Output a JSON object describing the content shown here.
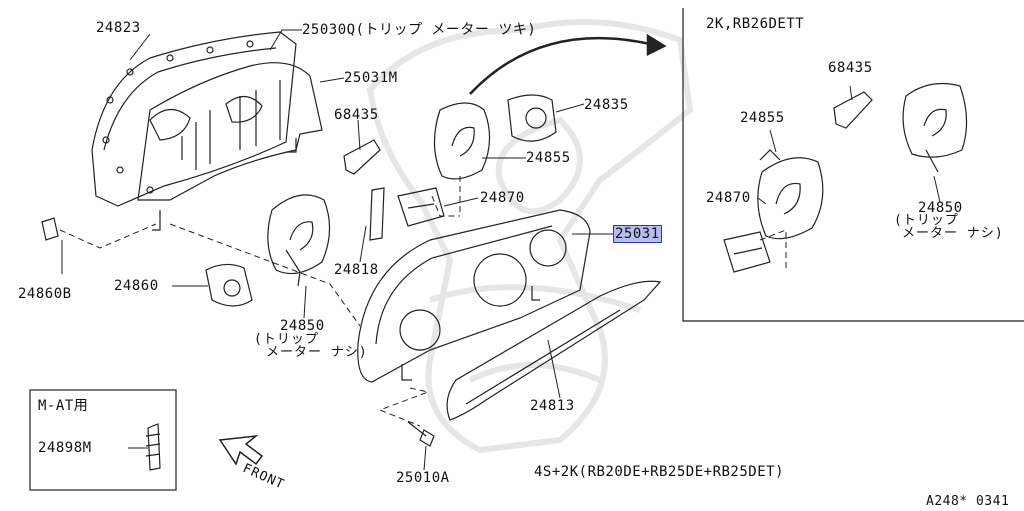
{
  "labels": {
    "p24823": "24823",
    "p25030q": "25030Q(トリップ メーター ツキ)",
    "p25031m": "25031M",
    "p68435_left": "68435",
    "p24835": "24835",
    "p24855_left": "24855",
    "p24870_left": "24870",
    "p25031": "25031",
    "p24818": "24818",
    "p24860b": "24860B",
    "p24860": "24860",
    "p24850_left": "24850",
    "note_left_1": "(トリップ",
    "note_left_2": "メーター ナシ)",
    "p24813": "24813",
    "inset_title": "M-AT用",
    "p24898m": "24898M",
    "front": "FRONT",
    "p25010a": "25010A",
    "footer_note": "4S+2K(RB20DE+RB25DE+RB25DET)",
    "figure_code": "A248* 0341",
    "right_title": "2K,RB26DETT",
    "p68435_right": "68435",
    "p24855_right": "24855",
    "p24870_right": "24870",
    "p24850_right": "24850",
    "note_right_1": "(トリップ",
    "note_right_2": "メーター ナシ)"
  },
  "colors": {
    "line": "#222222",
    "watermark": "#e6e6e6",
    "highlight": "#b7bdf0",
    "highlight_border": "#2b3bb8"
  }
}
